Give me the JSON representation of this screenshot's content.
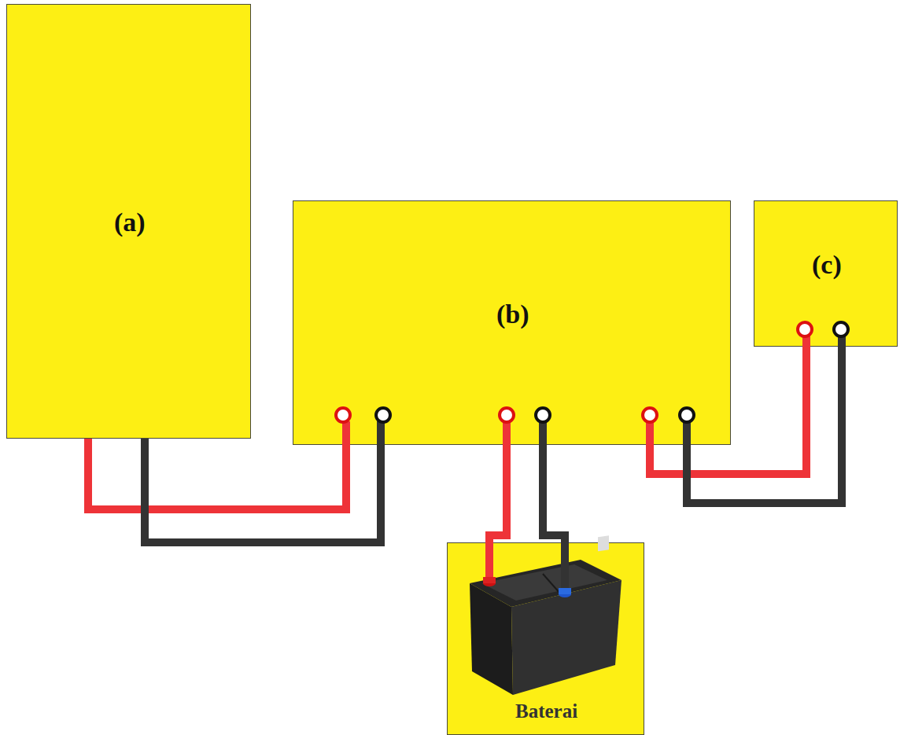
{
  "diagram": {
    "nodes": [
      {
        "text": [
          "(a)"
        ]
      },
      {
        "text": [
          "(b)"
        ]
      },
      {
        "text": [
          "(c)"
        ]
      },
      {
        "text": [
          "Baterai"
        ]
      }
    ],
    "edges": [
      {
        "from": 0,
        "to": 1,
        "arrow": "none"
      },
      {
        "from": 0,
        "to": 1,
        "arrow": "none"
      },
      {
        "from": 1,
        "to": 3,
        "arrow": "none"
      },
      {
        "from": 1,
        "to": 3,
        "arrow": "none"
      },
      {
        "from": 1,
        "to": 2,
        "arrow": "none"
      },
      {
        "from": 1,
        "to": 2,
        "arrow": "none"
      }
    ]
  }
}
